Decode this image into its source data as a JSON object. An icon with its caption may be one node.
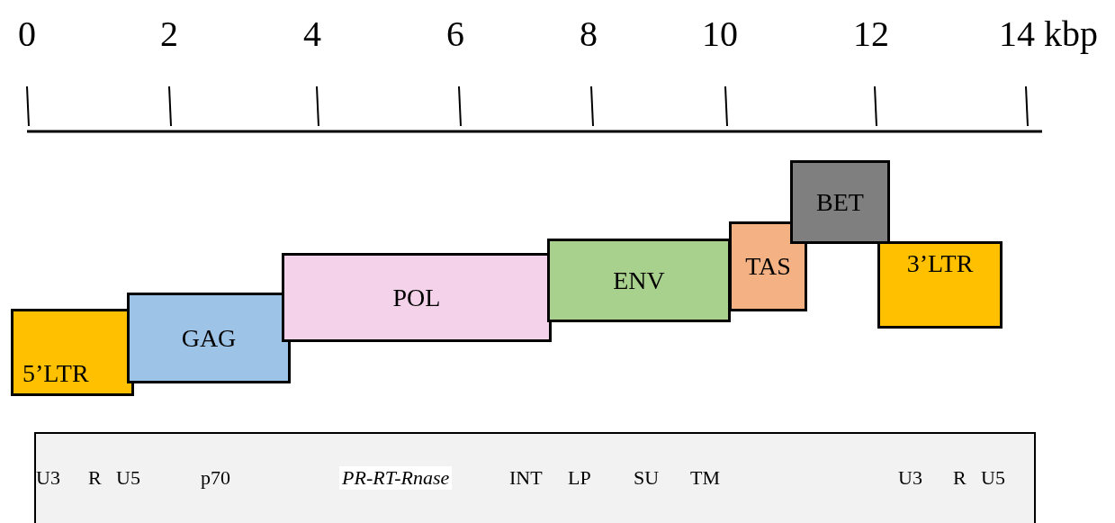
{
  "diagram": {
    "nodes": [
      {
        "text": [
          "5’LTR"
        ]
      },
      {
        "text": [
          "GAG"
        ]
      },
      {
        "text": [
          "POL"
        ]
      },
      {
        "text": [
          "ENV"
        ]
      },
      {
        "text": [
          "TAS"
        ]
      },
      {
        "text": [
          "BET"
        ]
      },
      {
        "text": [
          "3’LTR"
        ]
      },
      {
        "text": [
          "U3",
          "R",
          "U5",
          "p70",
          "*PR-RT-Rnase*",
          "INT",
          "LP",
          "SU",
          "TM",
          "U3",
          "R",
          "U5"
        ]
      }
    ],
    "labels": [
      "0",
      "2",
      "4",
      "6",
      "8",
      "10",
      "12",
      "14 kbp"
    ]
  }
}
